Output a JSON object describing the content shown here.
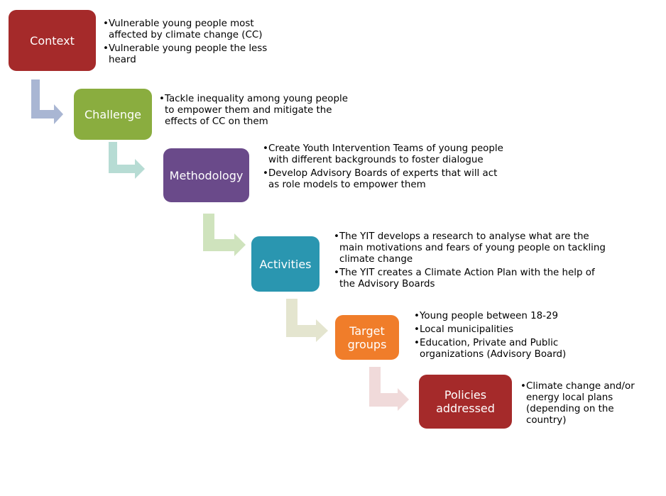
{
  "colors": {
    "context": "#a52a2a",
    "challenge": "#8aad3f",
    "methodology": "#6a4a8a",
    "activities": "#2a96b0",
    "target_groups": "#f07d2a",
    "policies": "#a52a2a",
    "arrow1": "#a9b6d3",
    "arrow2": "#b7dcd4",
    "arrow3": "#cfe3bd",
    "arrow4": "#e4e5cf",
    "arrow5": "#f0dada"
  },
  "steps": [
    {
      "label": "Context",
      "bullets": [
        "Vulnerable young people most affected by climate change (CC)",
        "Vulnerable young people the less heard"
      ]
    },
    {
      "label": "Challenge",
      "bullets": [
        "Tackle inequality  among young people to empower them and mitigate the effects of CC on them"
      ]
    },
    {
      "label": "Methodology",
      "bullets": [
        "Create Youth Intervention Teams of young people with different  backgrounds to foster dialogue",
        "Develop Advisory Boards of experts that will act as role models to empower them"
      ]
    },
    {
      "label": "Activities",
      "bullets": [
        "The YIT develops a research to analyse what are the main motivations and fears of young people on tackling climate change",
        "The YIT creates a Climate Action Plan with the help of the Advisory Boards"
      ]
    },
    {
      "label": "Target\ngroups",
      "bullets": [
        "Young people between 18-29",
        "Local municipalities",
        "Education, Private and Public organizations (Advisory Board)"
      ]
    },
    {
      "label": "Policies\naddressed",
      "bullets": [
        "Climate change and/or energy local plans (depending on the country)"
      ]
    }
  ]
}
